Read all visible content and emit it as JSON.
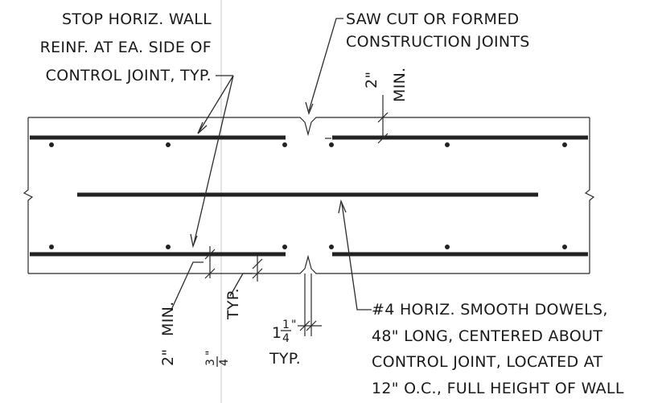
{
  "notes": {
    "stop_reinf_line1": "STOP HORIZ. WALL",
    "stop_reinf_line2": "REINF. AT EA. SIDE OF",
    "stop_reinf_line3": "CONTROL JOINT, TYP.",
    "saw_cut_line1": "SAW CUT OR FORMED",
    "saw_cut_line2": "CONSTRUCTION JOINTS",
    "dowel_line1": "#4 HORIZ. SMOOTH DOWELS,",
    "dowel_line2": "48\" LONG, CENTERED ABOUT",
    "dowel_line3": "CONTROL JOINT, LOCATED AT",
    "dowel_line4": "12\" O.C., FULL HEIGHT OF WALL"
  },
  "dimensions": {
    "top_cover_value": "2\"",
    "top_cover_label": "MIN.",
    "bottom_cover_value": "2\"",
    "bottom_cover_label": "MIN.",
    "groove_depth_whole": "",
    "groove_depth_num": "3",
    "groove_depth_den": "4",
    "groove_depth_inch": "\"",
    "groove_depth_label": "TYP.",
    "joint_width_whole": "1",
    "joint_width_num": "1",
    "joint_width_den": "4",
    "joint_width_inch": "\"",
    "joint_width_label": "TYP."
  }
}
